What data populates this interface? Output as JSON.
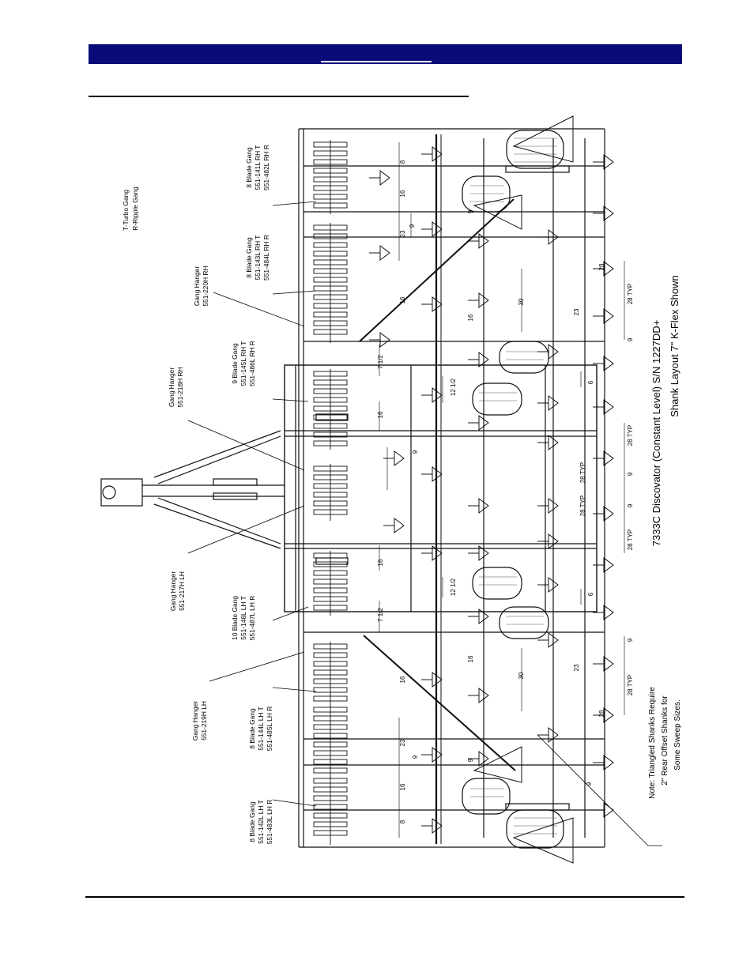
{
  "header": {
    "bar_color": "#0a0a78"
  },
  "drawing": {
    "title_line1": "7333C Discovator (Constant Level) S/N 1227DD+",
    "title_line2": "Shank Layout 7\"  K-Flex Shown",
    "legend_turbo": "T-Turbo Gang",
    "legend_ripple": "R-Ripple Gang",
    "note_line1": "Note:  Triangled Shanks Require",
    "note_line2": "2\" Rear Offset Shanks for",
    "note_line3": "Some Sweep Sizes.",
    "callouts": [
      {
        "lines": [
          "Gang Hanger",
          "551-220H RH"
        ]
      },
      {
        "lines": [
          "Gang Hanger",
          "551-218H RH"
        ]
      },
      {
        "lines": [
          "Gang Hanger",
          "551-217H LH"
        ]
      },
      {
        "lines": [
          "Gang Hanger",
          "551-219H LH"
        ]
      },
      {
        "lines": [
          "8 Blade Gang",
          "551-141L RH T",
          "551-482L RH R"
        ]
      },
      {
        "lines": [
          "8 Blade Gang",
          "551-143L RH T",
          "551-484L RH R"
        ]
      },
      {
        "lines": [
          "9 Blade Gang",
          "551-145L RH T",
          "551-486L RH R"
        ]
      },
      {
        "lines": [
          "10 Blade Gang",
          "551-146L LH T",
          "551-487L LH R"
        ]
      },
      {
        "lines": [
          "8 Blade Gang",
          "551-144L LH T",
          "551-485L LH R"
        ]
      },
      {
        "lines": [
          "8 Blade Gang",
          "551-142L LH T",
          "551-483L LH R"
        ]
      }
    ],
    "dimensions": [
      "8",
      "16",
      "23",
      "9",
      "16",
      "7 1/2",
      "12 1/2",
      "16",
      "9",
      "16",
      "12 1/2",
      "7 1/2",
      "16",
      "23",
      "9",
      "16",
      "8",
      "9",
      "30",
      "16",
      "23",
      "28",
      "28 TYP",
      "9",
      "6",
      "28 TYP",
      "28 TYP",
      "9",
      "28 TYP",
      "9",
      "28 TYP",
      "6",
      "9",
      "30",
      "16",
      "23",
      "28",
      "28 TYP",
      "9",
      "9"
    ]
  }
}
